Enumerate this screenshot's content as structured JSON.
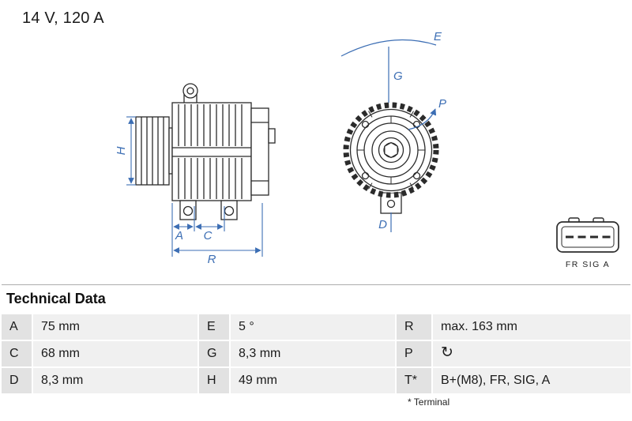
{
  "header": {
    "title": "14 V, 120 A"
  },
  "diagram": {
    "accent_color": "#3c6eb4",
    "labels": {
      "h": "H",
      "a": "A",
      "c": "C",
      "r": "R",
      "e": "E",
      "g": "G",
      "p": "P",
      "d": "D"
    },
    "connector_label": "FR SIG A"
  },
  "technical_data": {
    "heading": "Technical Data",
    "rows": [
      {
        "k1": "A",
        "v1": "75 mm",
        "k2": "E",
        "v2": "5 °",
        "k3": "R",
        "v3": "max. 163 mm"
      },
      {
        "k1": "C",
        "v1": "68 mm",
        "k2": "G",
        "v2": "8,3 mm",
        "k3": "P",
        "v3": "↻"
      },
      {
        "k1": "D",
        "v1": "8,3 mm",
        "k2": "H",
        "v2": "49 mm",
        "k3": "T*",
        "v3": "B+(M8), FR, SIG, A"
      }
    ],
    "footnote": "* Terminal"
  }
}
